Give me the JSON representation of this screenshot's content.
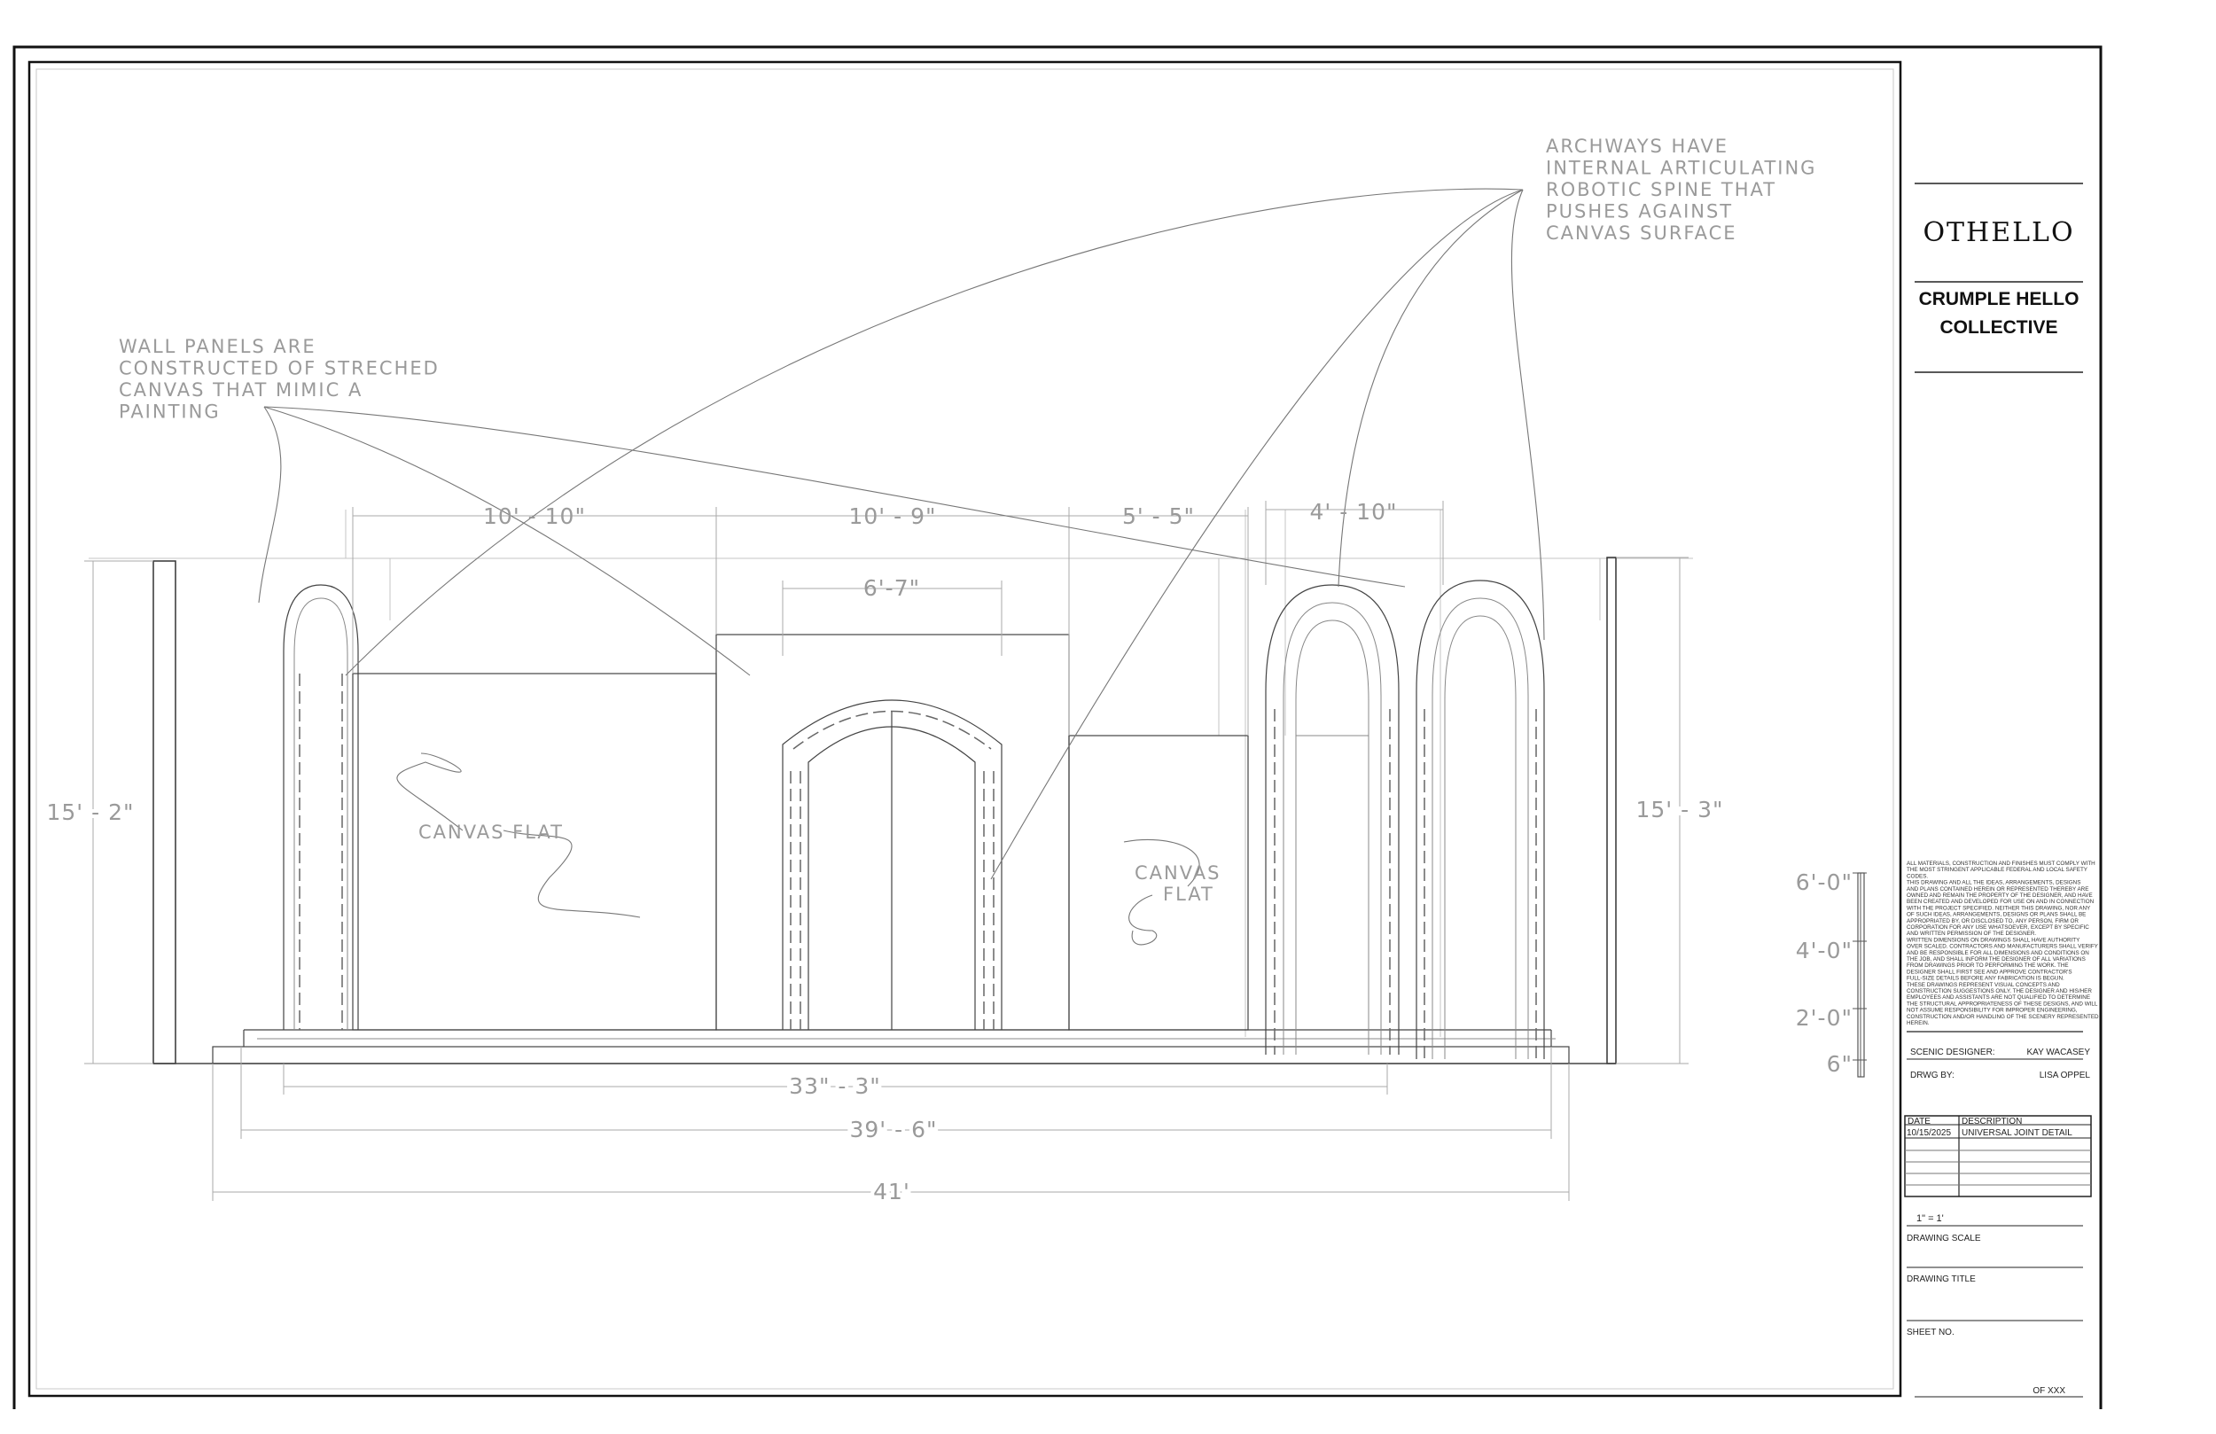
{
  "title_block": {
    "show_title": "OTHELLO",
    "company_line1": "CRUMPLE HELLO",
    "company_line2": "COLLECTIVE",
    "legal_notes": [
      "ALL MATERIALS, CONSTRUCTION AND FINISHES MUST COMPLY WITH",
      "THE MOST STRINGENT APPLICABLE FEDERAL AND LOCAL SAFETY",
      "CODES.",
      "THIS DRAWING AND ALL THE IDEAS, ARRANGEMENTS, DESIGNS",
      "AND PLANS CONTAINED HEREIN OR REPRESENTED THEREBY ARE",
      "OWNED AND REMAIN THE PROPERTY OF THE DESIGNER, AND HAVE",
      "BEEN CREATED AND DEVELOPED FOR USE ON AND IN CONNECTION",
      "WITH THE PROJECT SPECIFIED. NEITHER THIS DRAWING, NOR ANY",
      "OF SUCH IDEAS, ARRANGEMENTS, DESIGNS OR PLANS SHALL BE",
      "APPROPRIATED BY, OR DISCLOSED TO, ANY PERSON, FIRM OR",
      "CORPORATION FOR ANY USE WHATSOEVER, EXCEPT BY SPECIFIC",
      "AND WRITTEN PERMISSION OF THE DESIGNER.",
      "WRITTEN DIMENSIONS ON DRAWINGS SHALL HAVE AUTHORITY",
      "OVER SCALED. CONTRACTORS AND MANUFACTURERS SHALL VERIFY",
      "AND BE RESPONSIBLE FOR ALL DIMENSIONS AND CONDITIONS ON",
      "THE JOB, AND SHALL INFORM THE DESIGNER OF ALL VARIATIONS",
      "FROM DRAWINGS PRIOR TO PERFORMING THE WORK. THE",
      "DESIGNER SHALL FIRST SEE AND APPROVE CONTRACTOR'S",
      "FULL-SIZE DETAILS BEFORE ANY FABRICATION IS BEGUN.",
      "THESE DRAWINGS REPRESENT VISUAL CONCEPTS AND",
      "CONSTRUCTION SUGGESTIONS ONLY. THE DESIGNER AND HIS/HER",
      "EMPLOYEES AND ASSISTANTS ARE NOT QUALIFIED TO DETERMINE",
      "THE STRUCTURAL APPROPRIATENESS OF THESE DESIGNS, AND WILL",
      "NOT ASSUME RESPONSIBILITY FOR IMPROPER ENGINEERING,",
      "CONSTRUCTION AND/OR HANDLING OF THE SCENERY REPRESENTED",
      "HEREIN."
    ],
    "scenic_designer_label": "SCENIC DESIGNER:",
    "scenic_designer_name": "KAY WACASEY",
    "drawn_by_label": "DRWG BY:",
    "drawn_by_name": "LISA OPPEL",
    "revision_table": {
      "headers": [
        "DATE",
        "DESCRIPTION"
      ],
      "rows": [
        [
          "10/15/2025",
          "UNIVERSAL JOINT DETAIL"
        ]
      ]
    },
    "scale_value": "1\" = 1'",
    "drawing_scale_label": "DRAWING SCALE",
    "drawing_title_label": "DRAWING TITLE",
    "sheet_no_label": "SHEET NO.",
    "sheet_of": "OF XXX"
  },
  "notes": {
    "archways": [
      "ARCHWAYS HAVE",
      "INTERNAL ARTICULATING",
      "ROBOTIC SPINE THAT",
      "PUSHES AGAINST",
      "CANVAS SURFACE"
    ],
    "wall_panels": [
      "WALL PANELS ARE",
      "CONSTRUCTED OF STRECHED",
      "CANVAS THAT MIMIC A",
      "PAINTING"
    ]
  },
  "labels": {
    "canvas_flat_left": "CANVAS FLAT",
    "canvas_flat_right_1": "CANVAS",
    "canvas_flat_right_2": "FLAT"
  },
  "dimensions": {
    "top_1": "10' - 10\"",
    "top_2": "10' - 9\"",
    "top_3": "5' - 5\"",
    "top_4": "4' - 10\"",
    "door_width": "6'-7\"",
    "left_height": "15' - 2\"",
    "right_height": "15' - 3\"",
    "bottom_1": "33\" - 3\"",
    "bottom_2": "39' - 6\"",
    "bottom_3": "41'"
  },
  "scale_bar": [
    "6'-0\"",
    "4'-0\"",
    "2'-0\"",
    "6\""
  ]
}
